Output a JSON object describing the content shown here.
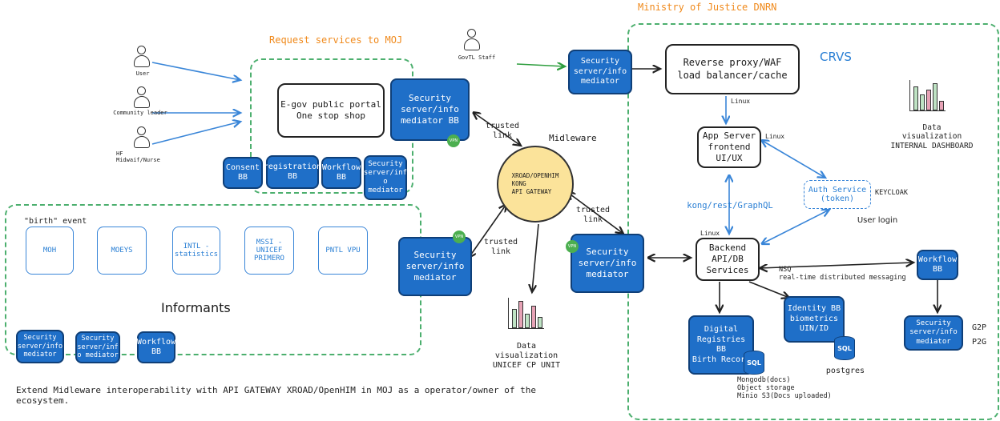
{
  "titles": {
    "ministry": "Ministry of Justice DNRN",
    "request": "Request services to MOJ",
    "crvs": "CRVS",
    "informants": "Informants",
    "midleware": "Midleware"
  },
  "actors": {
    "user": "User",
    "community_leader": "Community leader",
    "hf": "HF\nMidwaif/Nurse",
    "govtl_staff": "GovTL Staff"
  },
  "boxes": {
    "egov_portal": "E-gov public portal\nOne stop shop",
    "sec_bb_top": "Security\nserver/info\nmediator BB",
    "consent_bb": "Consent\nBB",
    "registration_bb": "registration\nBB",
    "workflow_bb_left": "Workflow\nBB",
    "sec_small_left": "Security\nserver/inf\no\nmediator",
    "sec_top_middle": "Security\nserver/info\nmediator",
    "reverse_proxy": "Reverse proxy/WAF\nload balancer/cache",
    "app_server": "App Server\nfrontend\nUI/UX",
    "auth_service": "Auth Service\n(token)",
    "backend": "Backend\nAPI/DB\nServices",
    "workflow_bb_right": "Workflow\nBB",
    "sec_right": "Security\nserver/info\nmediator",
    "identity_bb": "Identity BB\nbiometrics\nUIN/ID",
    "digital_registries": "Digital\nRegistries BB\nBirth Record",
    "sec_mid_left": "Security\nserver/info\nmediator",
    "sec_mid_right": "Security\nserver/info\nmediator",
    "gateway": "XROAD/OPENHIM\nKONG\nAPI GATEWAY",
    "sec_bottom_1": "Security\nserver/info\nmediator",
    "sec_bottom_2": "Security\nserver/inf\no mediator",
    "workflow_bb_bottom": "Workflow\nBB"
  },
  "informant_orgs": [
    "MOH",
    "MOEYS",
    "INTL -\nstatistics",
    "MSSI -\nUNICEF\nPRIMERO",
    "PNTL VPU"
  ],
  "labels": {
    "birth_event": "\"birth\" event",
    "trusted_link": "trusted link",
    "linux": "Linux",
    "kong_rest": "kong/rest/GraphQL",
    "keycloak": "KEYCLOAK",
    "user_login": "User login",
    "nsq": "NSQ\nreal-time distributed messaging",
    "g2p": "G2P",
    "p2g": "P2G",
    "postgres": "postgres",
    "mongodb": "Mongodb(docs)\nObject storage\nMinio S3(Docs uploaded)",
    "data_vis_internal": "Data\nvisualization\nINTERNAL DASHBOARD",
    "data_vis_unicef": "Data\nvisualization\nUNICEF CP UNIT",
    "vpn": "VPN",
    "sql": "SQL",
    "footer": "Extend Midleware interoperability with API GATEWAY XROAD/OpenHIM in MOJ as a operator/owner of the\necosystem."
  },
  "colors": {
    "zone_green": "#4caf6e",
    "accent_blue": "#1f6fc8",
    "arrow_blue": "#3a86d8",
    "arrow_green": "#2e9e3e",
    "title_orange": "#f08a1c",
    "gateway_yellow": "#fbe39a",
    "chart_green": "#bfe3c4",
    "chart_pink": "#e7a3b6"
  }
}
